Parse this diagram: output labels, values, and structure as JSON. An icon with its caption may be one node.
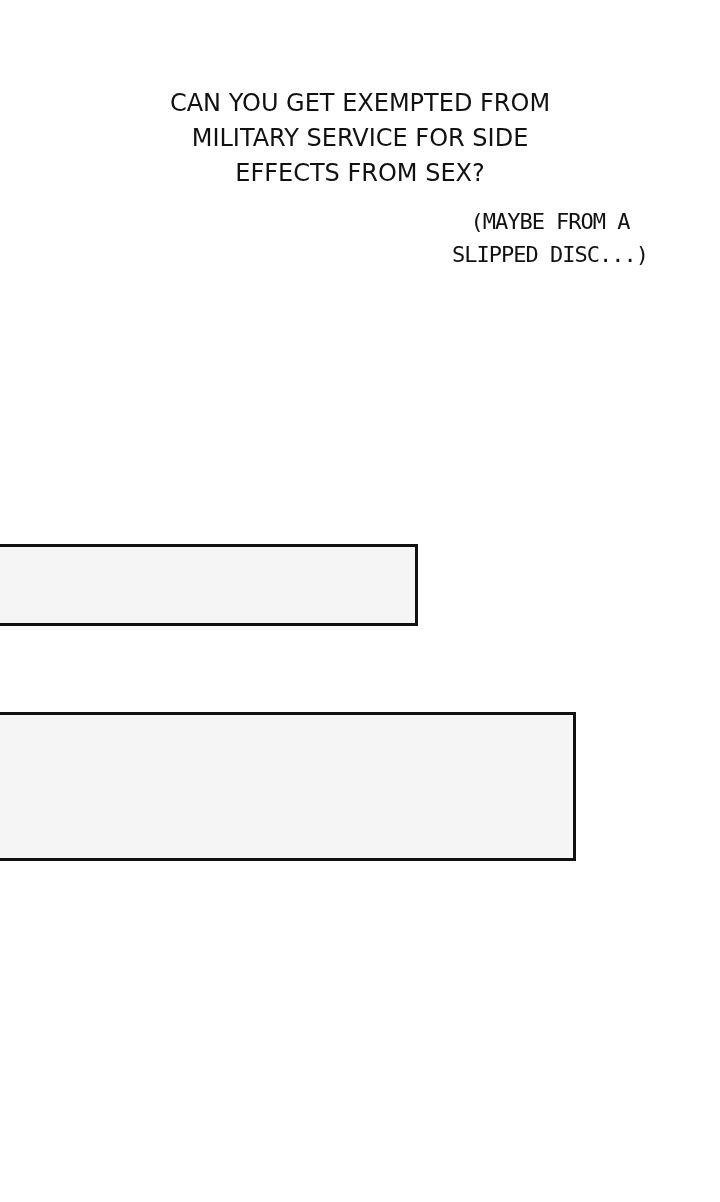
{
  "diagram": {
    "nodes": [
      {
        "text": [],
        "shape": "box"
      },
      {
        "text": [],
        "shape": "box"
      }
    ],
    "labels": [
      "CAN YOU GET EXEMPTED FROM MILITARY SERVICE FOR SIDE EFFECTS FROM SEX?",
      "(MAYBE FROM A SLIPPED DISC...)"
    ]
  }
}
